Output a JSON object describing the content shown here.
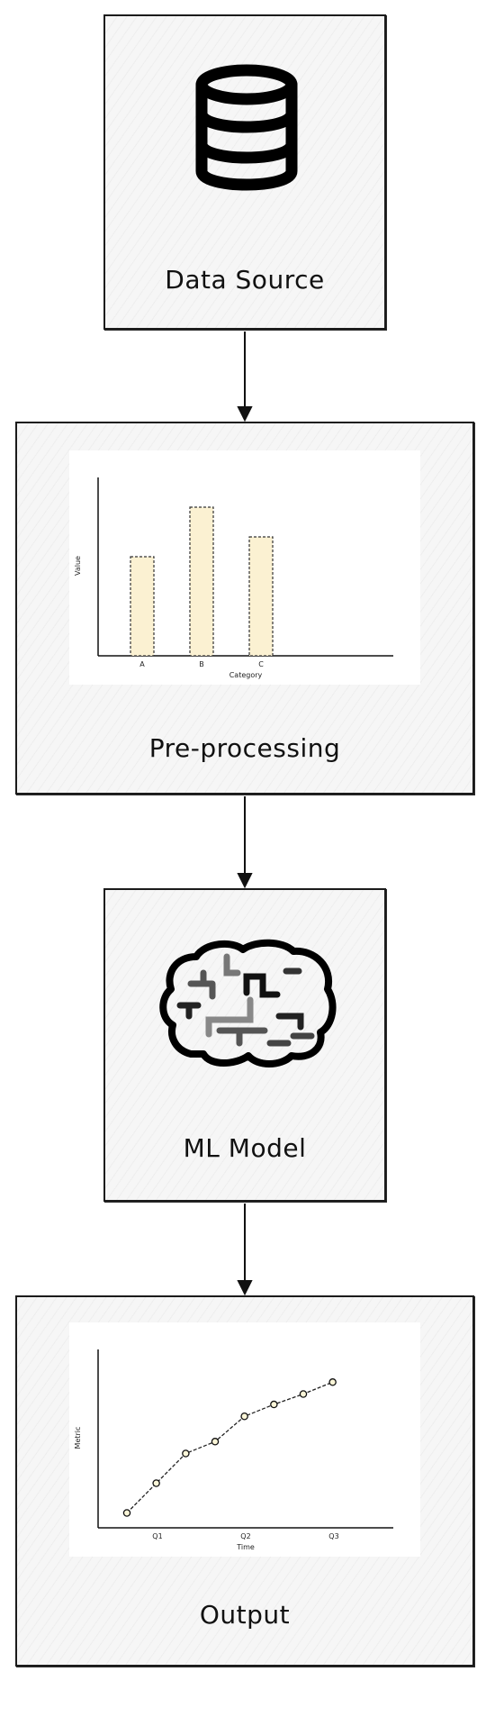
{
  "nodes": [
    {
      "label": "Data Source",
      "icon": "database-icon"
    },
    {
      "label": "Pre-processing"
    },
    {
      "label": "ML Model",
      "icon": "brain-icon"
    },
    {
      "label": "Output"
    }
  ],
  "chart_data": [
    {
      "type": "bar",
      "categories": [
        "A",
        "B",
        "C"
      ],
      "values": [
        50,
        75,
        60
      ],
      "xlabel": "Category",
      "ylabel": "Value",
      "ylim": [
        0,
        90
      ],
      "colors": {
        "bar_fill": "#fbf1d2",
        "bar_stroke": "#333333"
      }
    },
    {
      "type": "line",
      "x_ticks": [
        "Q1",
        "Q2",
        "Q3"
      ],
      "x": [
        0,
        0.333,
        0.667,
        1.0,
        1.333,
        1.667,
        2.0,
        2.333
      ],
      "values": [
        10,
        30,
        50,
        58,
        75,
        83,
        90,
        98
      ],
      "xlabel": "Time",
      "ylabel": "Metric",
      "ylim": [
        0,
        120
      ],
      "colors": {
        "marker_fill": "#fbf6d8",
        "line": "#222222"
      }
    }
  ],
  "colors": {
    "border": "#1b1b1b",
    "node_fill": "#f6f6f6"
  }
}
